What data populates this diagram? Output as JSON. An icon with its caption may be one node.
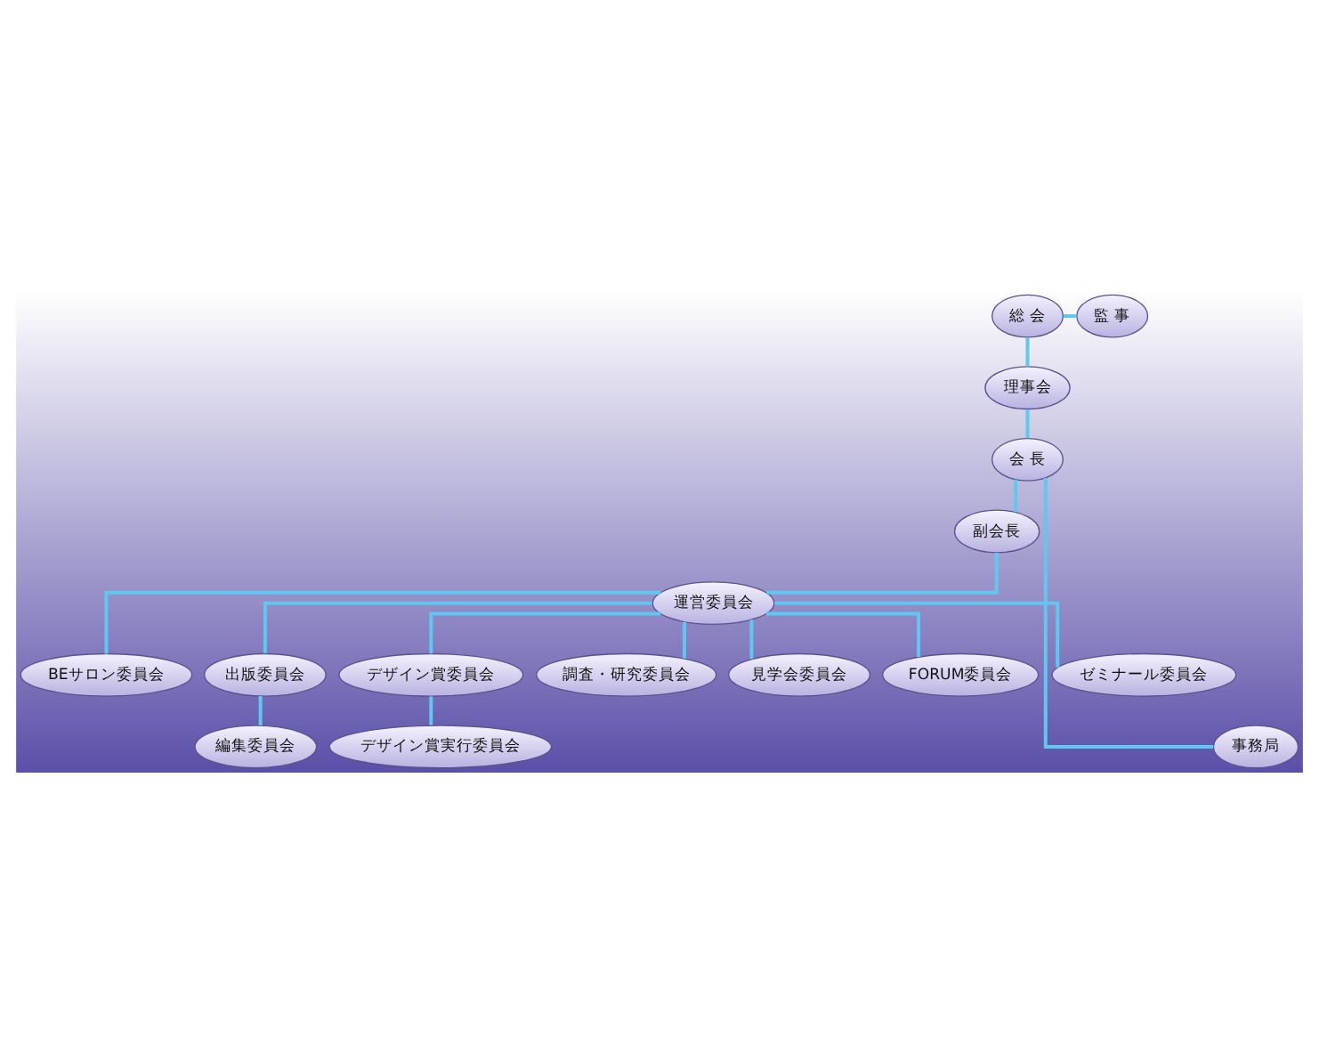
{
  "diagram": {
    "nodes": [
      {
        "text": [
          "総 会"
        ]
      },
      {
        "text": [
          "監 事"
        ]
      },
      {
        "text": [
          "理事会"
        ]
      },
      {
        "text": [
          "会 長"
        ]
      },
      {
        "text": [
          "副会長"
        ]
      },
      {
        "text": [
          "運営委員会"
        ]
      },
      {
        "text": [
          "BEサロン委員会"
        ]
      },
      {
        "text": [
          "出版委員会"
        ]
      },
      {
        "text": [
          "デザイン賞委員会"
        ]
      },
      {
        "text": [
          "調査・研究委員会"
        ]
      },
      {
        "text": [
          "見学会委員会"
        ]
      },
      {
        "text": [
          "FORUM委員会"
        ]
      },
      {
        "text": [
          "ゼミナール委員会"
        ]
      },
      {
        "text": [
          "編集委員会"
        ]
      },
      {
        "text": [
          "デザイン賞実行委員会"
        ]
      },
      {
        "text": [
          "事務局"
        ]
      }
    ],
    "edges": [
      {
        "from": 0,
        "to": 1,
        "arrow": "none"
      },
      {
        "from": 0,
        "to": 2,
        "arrow": "none"
      },
      {
        "from": 2,
        "to": 3,
        "arrow": "none"
      },
      {
        "from": 3,
        "to": 4,
        "arrow": "none"
      },
      {
        "from": 4,
        "to": 5,
        "arrow": "none"
      },
      {
        "from": 5,
        "to": 6,
        "arrow": "none"
      },
      {
        "from": 5,
        "to": 7,
        "arrow": "none"
      },
      {
        "from": 5,
        "to": 8,
        "arrow": "none"
      },
      {
        "from": 5,
        "to": 9,
        "arrow": "none"
      },
      {
        "from": 5,
        "to": 10,
        "arrow": "none"
      },
      {
        "from": 5,
        "to": 11,
        "arrow": "none"
      },
      {
        "from": 5,
        "to": 12,
        "arrow": "none"
      },
      {
        "from": 7,
        "to": 13,
        "arrow": "none"
      },
      {
        "from": 8,
        "to": 14,
        "arrow": "none"
      },
      {
        "from": 3,
        "to": 15,
        "arrow": "none"
      }
    ]
  }
}
